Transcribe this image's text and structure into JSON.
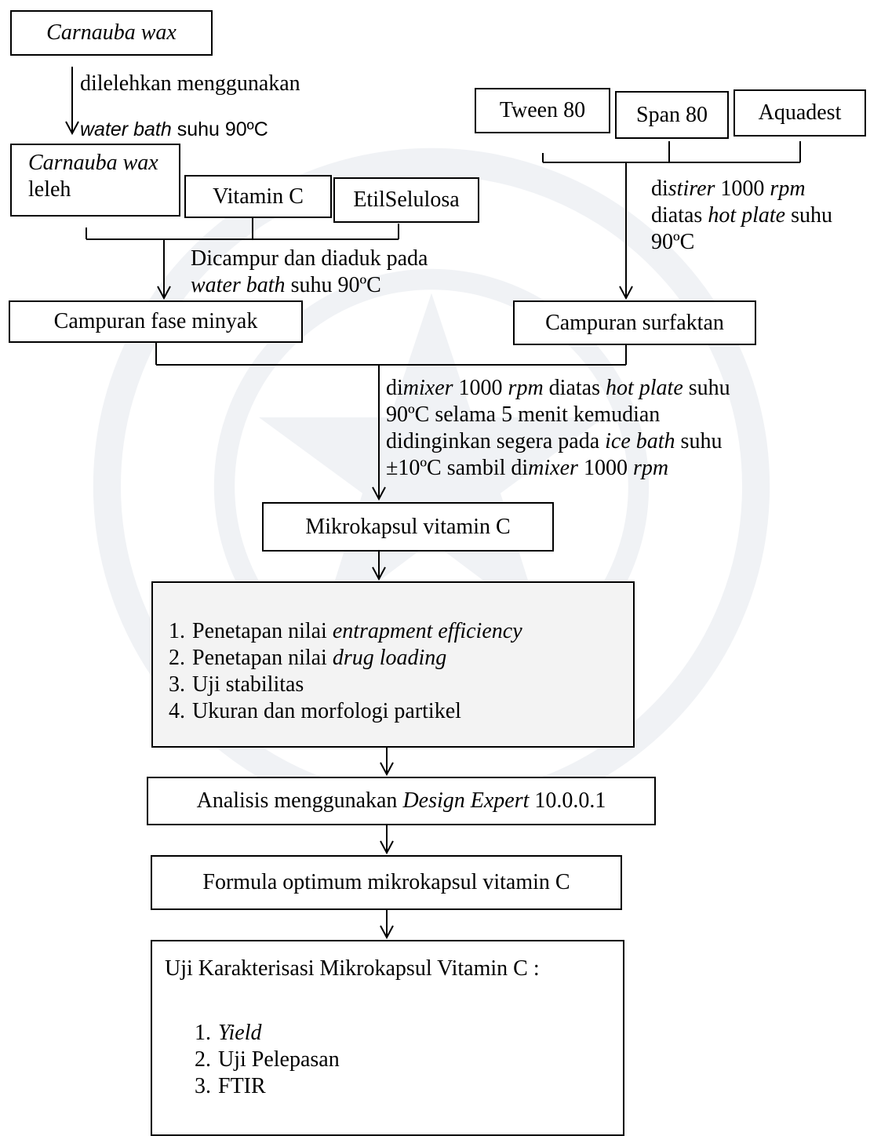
{
  "boxes": {
    "carnauba_wax": "Carnauba wax",
    "carnauba_leleh_1": "Carnauba wax",
    "carnauba_leleh_2": "leleh",
    "vitamin_c": "Vitamin C",
    "etil_selulosa": "EtilSelulosa",
    "tween": "Tween 80",
    "span": "Span 80",
    "aquadest": "Aquadest",
    "fase_minyak": "Campuran fase minyak",
    "surfaktan": "Campuran surfaktan",
    "mikrokapsul": "Mikrokapsul vitamin C",
    "analisis_pre": "Analisis menggunakan ",
    "analisis_it": "Design Expert",
    "analisis_post": " 10.0.0.1",
    "formula_optimum": "Formula optimum mikrokapsul vitamin C"
  },
  "labels": {
    "melt_1": "dilelehkan menggunakan",
    "melt_2a": "water bath",
    "melt_2b": " suhu 90ºC",
    "stir_1a": "di",
    "stir_1b": "stirer",
    "stir_1c": " 1000 ",
    "stir_1d": "rpm",
    "stir_2a": "diatas ",
    "stir_2b": "hot plate",
    "stir_2c": " suhu",
    "stir_3": "90ºC",
    "mix_1": "Dicampur dan diaduk pada",
    "mix_2a": "water bath",
    "mix_2b": " suhu 90ºC",
    "mixer_1a": "di",
    "mixer_1b": "mixer",
    "mixer_1c": " 1000 ",
    "mixer_1d": "rpm",
    "mixer_1e": " diatas ",
    "mixer_1f": "hot plate",
    "mixer_1g": " suhu",
    "mixer_2": "90ºC selama 5 menit kemudian",
    "mixer_3a": "didinginkan segera pada ",
    "mixer_3b": "ice bath",
    "mixer_3c": " suhu",
    "mixer_4a": "±10ºC sambil di",
    "mixer_4b": "mixer",
    "mixer_4c": " 1000 ",
    "mixer_4d": "rpm"
  },
  "evaluation": [
    {
      "num": "1.",
      "text": "Penetapan nilai ",
      "italic": "entrapment efficiency"
    },
    {
      "num": "2.",
      "text": "Penetapan nilai ",
      "italic": "drug loading"
    },
    {
      "num": "3.",
      "text": "Uji stabilitas",
      "italic": ""
    },
    {
      "num": "4.",
      "text": "Ukuran dan morfologi partikel",
      "italic": ""
    }
  ],
  "characterization": {
    "title": "Uji Karakterisasi Mikrokapsul Vitamin C :",
    "items": [
      {
        "num": "1.",
        "text": "",
        "italic": "Yield"
      },
      {
        "num": "2.",
        "text": "Uji Pelepasan",
        "italic": ""
      },
      {
        "num": "3.",
        "text": "FTIR",
        "italic": ""
      }
    ]
  }
}
